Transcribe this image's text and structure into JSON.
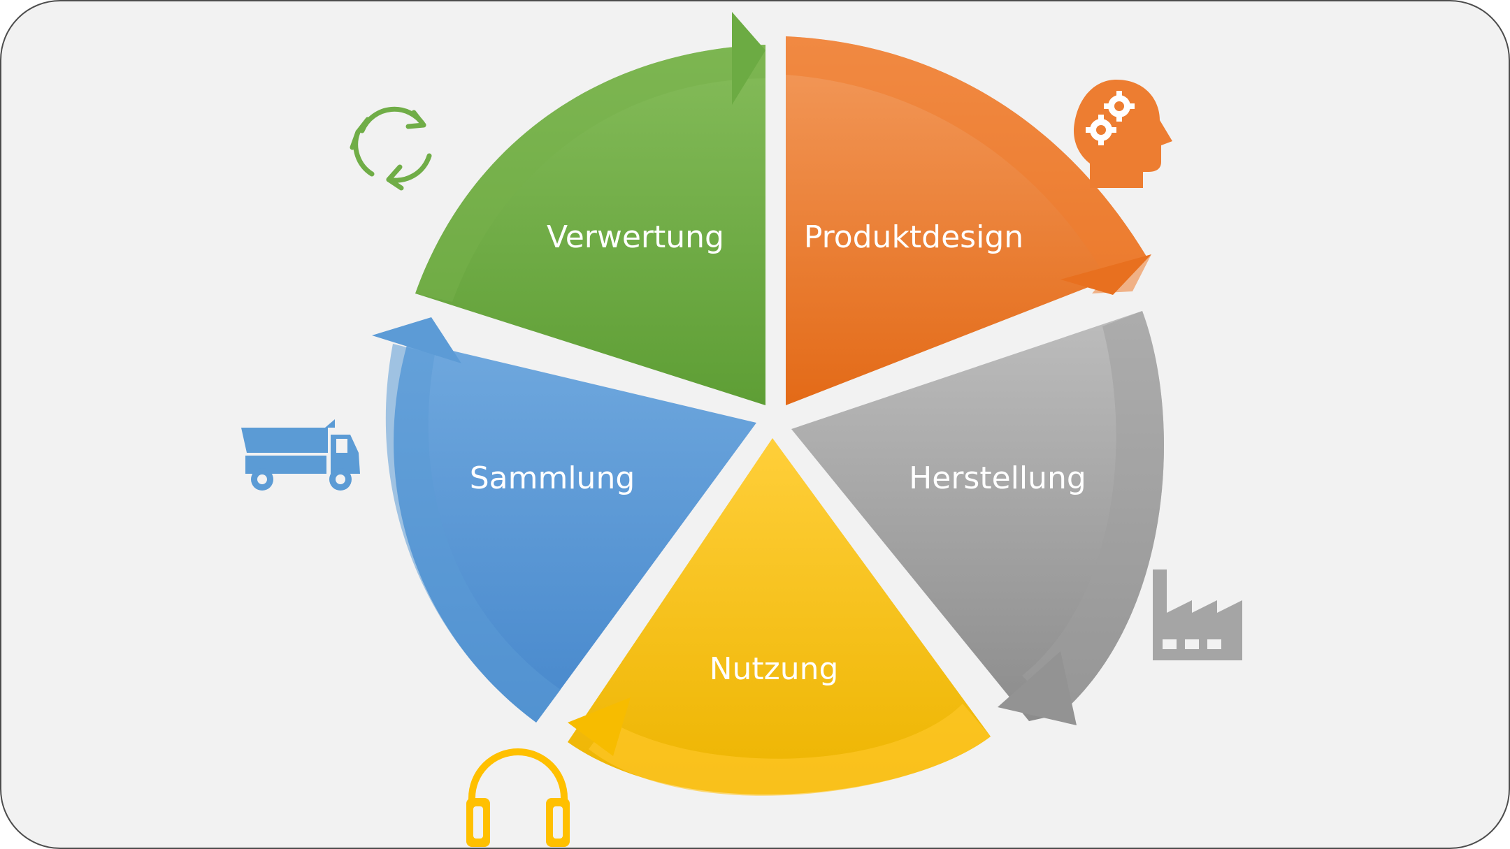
{
  "diagram": {
    "type": "circular-cycle",
    "segments": [
      {
        "id": "produktdesign",
        "label": "Produktdesign",
        "color": "#ED7D31",
        "light": "#F4A060",
        "dark": "#D9600F",
        "icon": "head-gears-icon"
      },
      {
        "id": "herstellung",
        "label": "Herstellung",
        "color": "#A5A5A5",
        "light": "#C4C4C4",
        "dark": "#8A8A8A",
        "icon": "factory-icon"
      },
      {
        "id": "nutzung",
        "label": "Nutzung",
        "color": "#FFC000",
        "light": "#FFD040",
        "dark": "#E8AE00",
        "icon": "headphones-icon"
      },
      {
        "id": "sammlung",
        "label": "Sammlung",
        "color": "#5B9BD5",
        "light": "#7AAEDF",
        "dark": "#3F82C6",
        "icon": "dump-truck-icon"
      },
      {
        "id": "verwertung",
        "label": "Verwertung",
        "color": "#70AD47",
        "light": "#8CC060",
        "dark": "#5A9632",
        "icon": "recycle-arrows-icon"
      }
    ]
  }
}
